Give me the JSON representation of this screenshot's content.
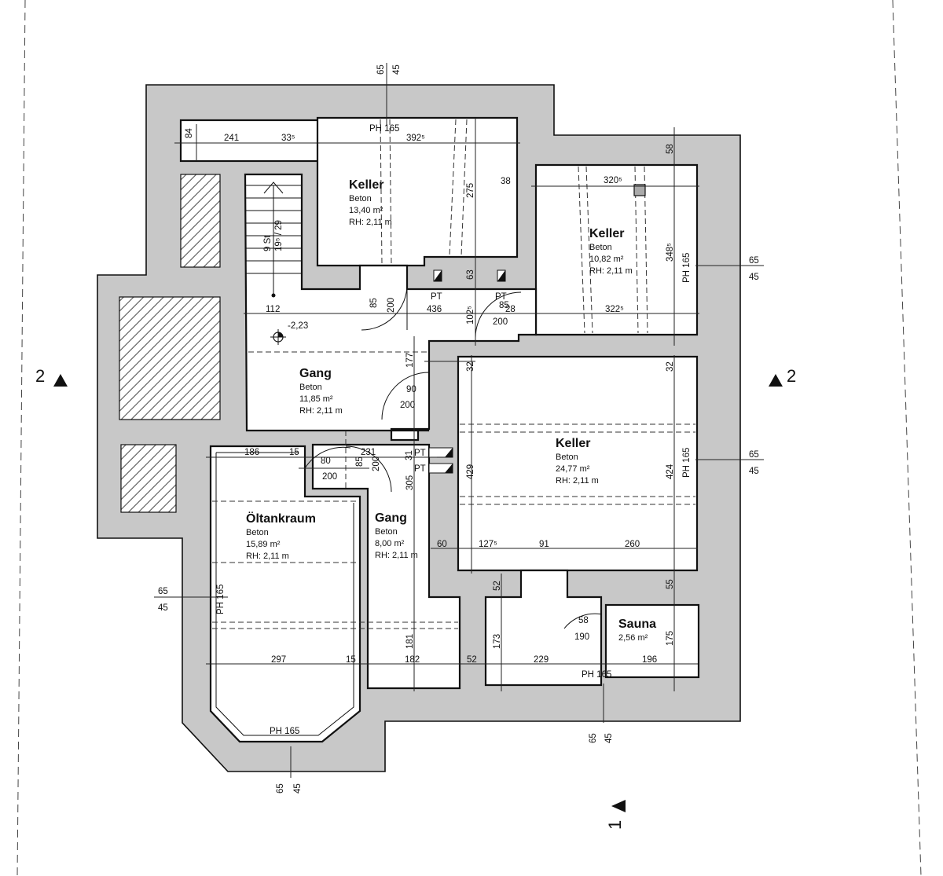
{
  "rooms": {
    "keller1": {
      "name": "Keller",
      "material": "Beton",
      "area": "13,40 m²",
      "height": "RH: 2,11 m"
    },
    "keller2": {
      "name": "Keller",
      "material": "Beton",
      "area": "10,82 m²",
      "height": "RH: 2,11 m"
    },
    "keller3": {
      "name": "Keller",
      "material": "Beton",
      "area": "24,77 m²",
      "height": "RH: 2,11 m"
    },
    "gang1": {
      "name": "Gang",
      "material": "Beton",
      "area": "11,85 m²",
      "height": "RH: 2,11 m"
    },
    "gang2": {
      "name": "Gang",
      "material": "Beton",
      "area": "8,00 m²",
      "height": "RH: 2,11 m"
    },
    "oeltank": {
      "name": "Öltankraum",
      "material": "Beton",
      "area": "15,89 m²",
      "height": "RH: 2,11 m"
    },
    "sauna": {
      "name": "Sauna",
      "area": "2,56 m²"
    }
  },
  "stair": {
    "steps": "9 St",
    "ratio": "19⁵ / 29",
    "level": "-2,23"
  },
  "section_markers": {
    "left": "2",
    "right": "2",
    "bottom": "1"
  },
  "dimensions": [
    {
      "id": "d-84",
      "text": "84"
    },
    {
      "id": "d-241",
      "text": "241"
    },
    {
      "id": "d-33",
      "text": "33⁵"
    },
    {
      "id": "d-ph165-top",
      "text": "PH 165"
    },
    {
      "id": "d-3925",
      "text": "392⁵"
    },
    {
      "id": "d-65-top",
      "text": "65"
    },
    {
      "id": "d-45-top",
      "text": "45"
    },
    {
      "id": "d-58",
      "text": "58"
    },
    {
      "id": "d-38",
      "text": "38"
    },
    {
      "id": "d-3205",
      "text": "320⁵"
    },
    {
      "id": "d-275",
      "text": "275"
    },
    {
      "id": "d-3485",
      "text": "348⁵"
    },
    {
      "id": "d-ph165-r1",
      "text": "PH 165"
    },
    {
      "id": "d-65-r1",
      "text": "65"
    },
    {
      "id": "d-45-r1",
      "text": "45"
    },
    {
      "id": "d-63",
      "text": "63"
    },
    {
      "id": "d-112",
      "text": "112"
    },
    {
      "id": "d-85a",
      "text": "85"
    },
    {
      "id": "d-200a",
      "text": "200"
    },
    {
      "id": "d-pt1",
      "text": "PT"
    },
    {
      "id": "d-436",
      "text": "436"
    },
    {
      "id": "d-pt2",
      "text": "PT"
    },
    {
      "id": "d-85b",
      "text": "85"
    },
    {
      "id": "d-28",
      "text": "28"
    },
    {
      "id": "d-1025",
      "text": "102⁵"
    },
    {
      "id": "d-200b",
      "text": "200"
    },
    {
      "id": "d-3225",
      "text": "322⁵"
    },
    {
      "id": "d-177",
      "text": "177"
    },
    {
      "id": "d-32a",
      "text": "32"
    },
    {
      "id": "d-32b",
      "text": "32"
    },
    {
      "id": "d-90",
      "text": "90"
    },
    {
      "id": "d-200c",
      "text": "200"
    },
    {
      "id": "d-186",
      "text": "186"
    },
    {
      "id": "d-15a",
      "text": "15"
    },
    {
      "id": "d-80",
      "text": "80"
    },
    {
      "id": "d-85c",
      "text": "85"
    },
    {
      "id": "d-231",
      "text": "231"
    },
    {
      "id": "d-200d",
      "text": "200"
    },
    {
      "id": "d-200e",
      "text": "200"
    },
    {
      "id": "d-31",
      "text": "31"
    },
    {
      "id": "d-pt3",
      "text": "PT"
    },
    {
      "id": "d-pt4",
      "text": "PT"
    },
    {
      "id": "d-305",
      "text": "305"
    },
    {
      "id": "d-429",
      "text": "429"
    },
    {
      "id": "d-424",
      "text": "424"
    },
    {
      "id": "d-ph165-r2",
      "text": "PH 165"
    },
    {
      "id": "d-65-r2",
      "text": "65"
    },
    {
      "id": "d-45-r2",
      "text": "45"
    },
    {
      "id": "d-60",
      "text": "60"
    },
    {
      "id": "d-1275",
      "text": "127⁵"
    },
    {
      "id": "d-91",
      "text": "91"
    },
    {
      "id": "d-260",
      "text": "260"
    },
    {
      "id": "d-52a",
      "text": "52"
    },
    {
      "id": "d-55",
      "text": "55"
    },
    {
      "id": "d-65-l",
      "text": "65"
    },
    {
      "id": "d-45-l",
      "text": "45"
    },
    {
      "id": "d-ph165-l",
      "text": "PH 165"
    },
    {
      "id": "d-58b",
      "text": "58"
    },
    {
      "id": "d-190",
      "text": "190"
    },
    {
      "id": "d-173",
      "text": "173"
    },
    {
      "id": "d-175",
      "text": "175"
    },
    {
      "id": "d-181",
      "text": "181"
    },
    {
      "id": "d-297",
      "text": "297"
    },
    {
      "id": "d-15b",
      "text": "15"
    },
    {
      "id": "d-182",
      "text": "182"
    },
    {
      "id": "d-52b",
      "text": "52"
    },
    {
      "id": "d-229",
      "text": "229"
    },
    {
      "id": "d-ph165-b1",
      "text": "PH 165"
    },
    {
      "id": "d-196",
      "text": "196"
    },
    {
      "id": "d-ph165-b2",
      "text": "PH 165"
    },
    {
      "id": "d-65-b1",
      "text": "65"
    },
    {
      "id": "d-45-b1",
      "text": "45"
    },
    {
      "id": "d-65-b2",
      "text": "65"
    },
    {
      "id": "d-45-b2",
      "text": "45"
    }
  ],
  "colors": {
    "wall": "#c8c8c8",
    "line": "#111111",
    "background": "#ffffff"
  }
}
